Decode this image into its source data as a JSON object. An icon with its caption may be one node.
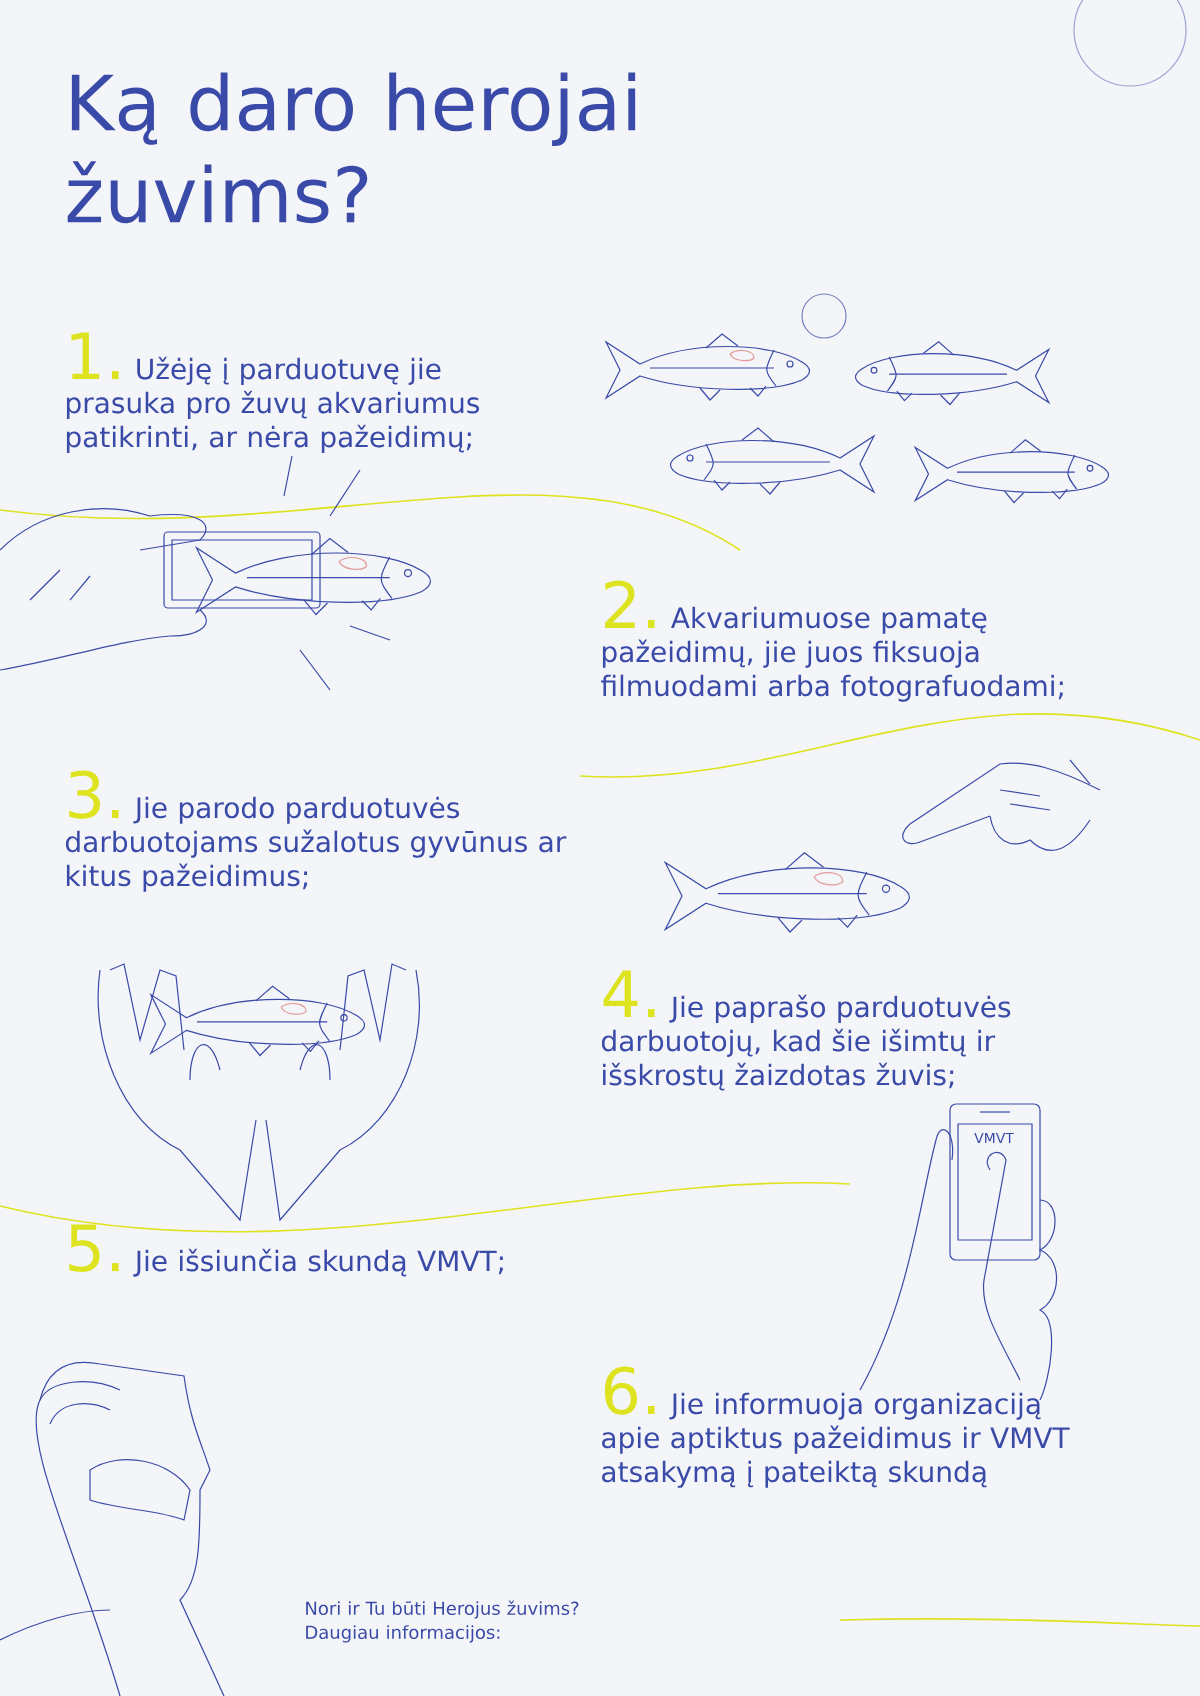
{
  "diagram": {
    "title": "Ką daro herojai žuvims?",
    "labels": [
      "1.",
      "Užėję į parduotuvę jie prasuka pro žuvų akvariumus patikrinti, ar nėra pažeidimų;",
      "2.",
      "Akvariumuose pamatę pažeidimų, jie juos fiksuoja filmuodami arba fotografuodami;",
      "3.",
      "Jie parodo parduotuvės darbuotojams sužalotus gyvūnus ar kitus pažeidimus;",
      "4.",
      "Jie paprašo parduotuvės darbuotojų, kad šie išimtų ir išskrostų žaizdotas žuvis;",
      "VMVT",
      "5.",
      "Jie išsiunčia skundą VMVT;",
      "6.",
      "Jie informuoja organizaciją apie aptiktus pažeidimus ir VMVT atsakymą į pateiktą skundą",
      "Nori ir Tu būti Herojus žuvims?",
      "Daugiau informacijos:"
    ]
  }
}
